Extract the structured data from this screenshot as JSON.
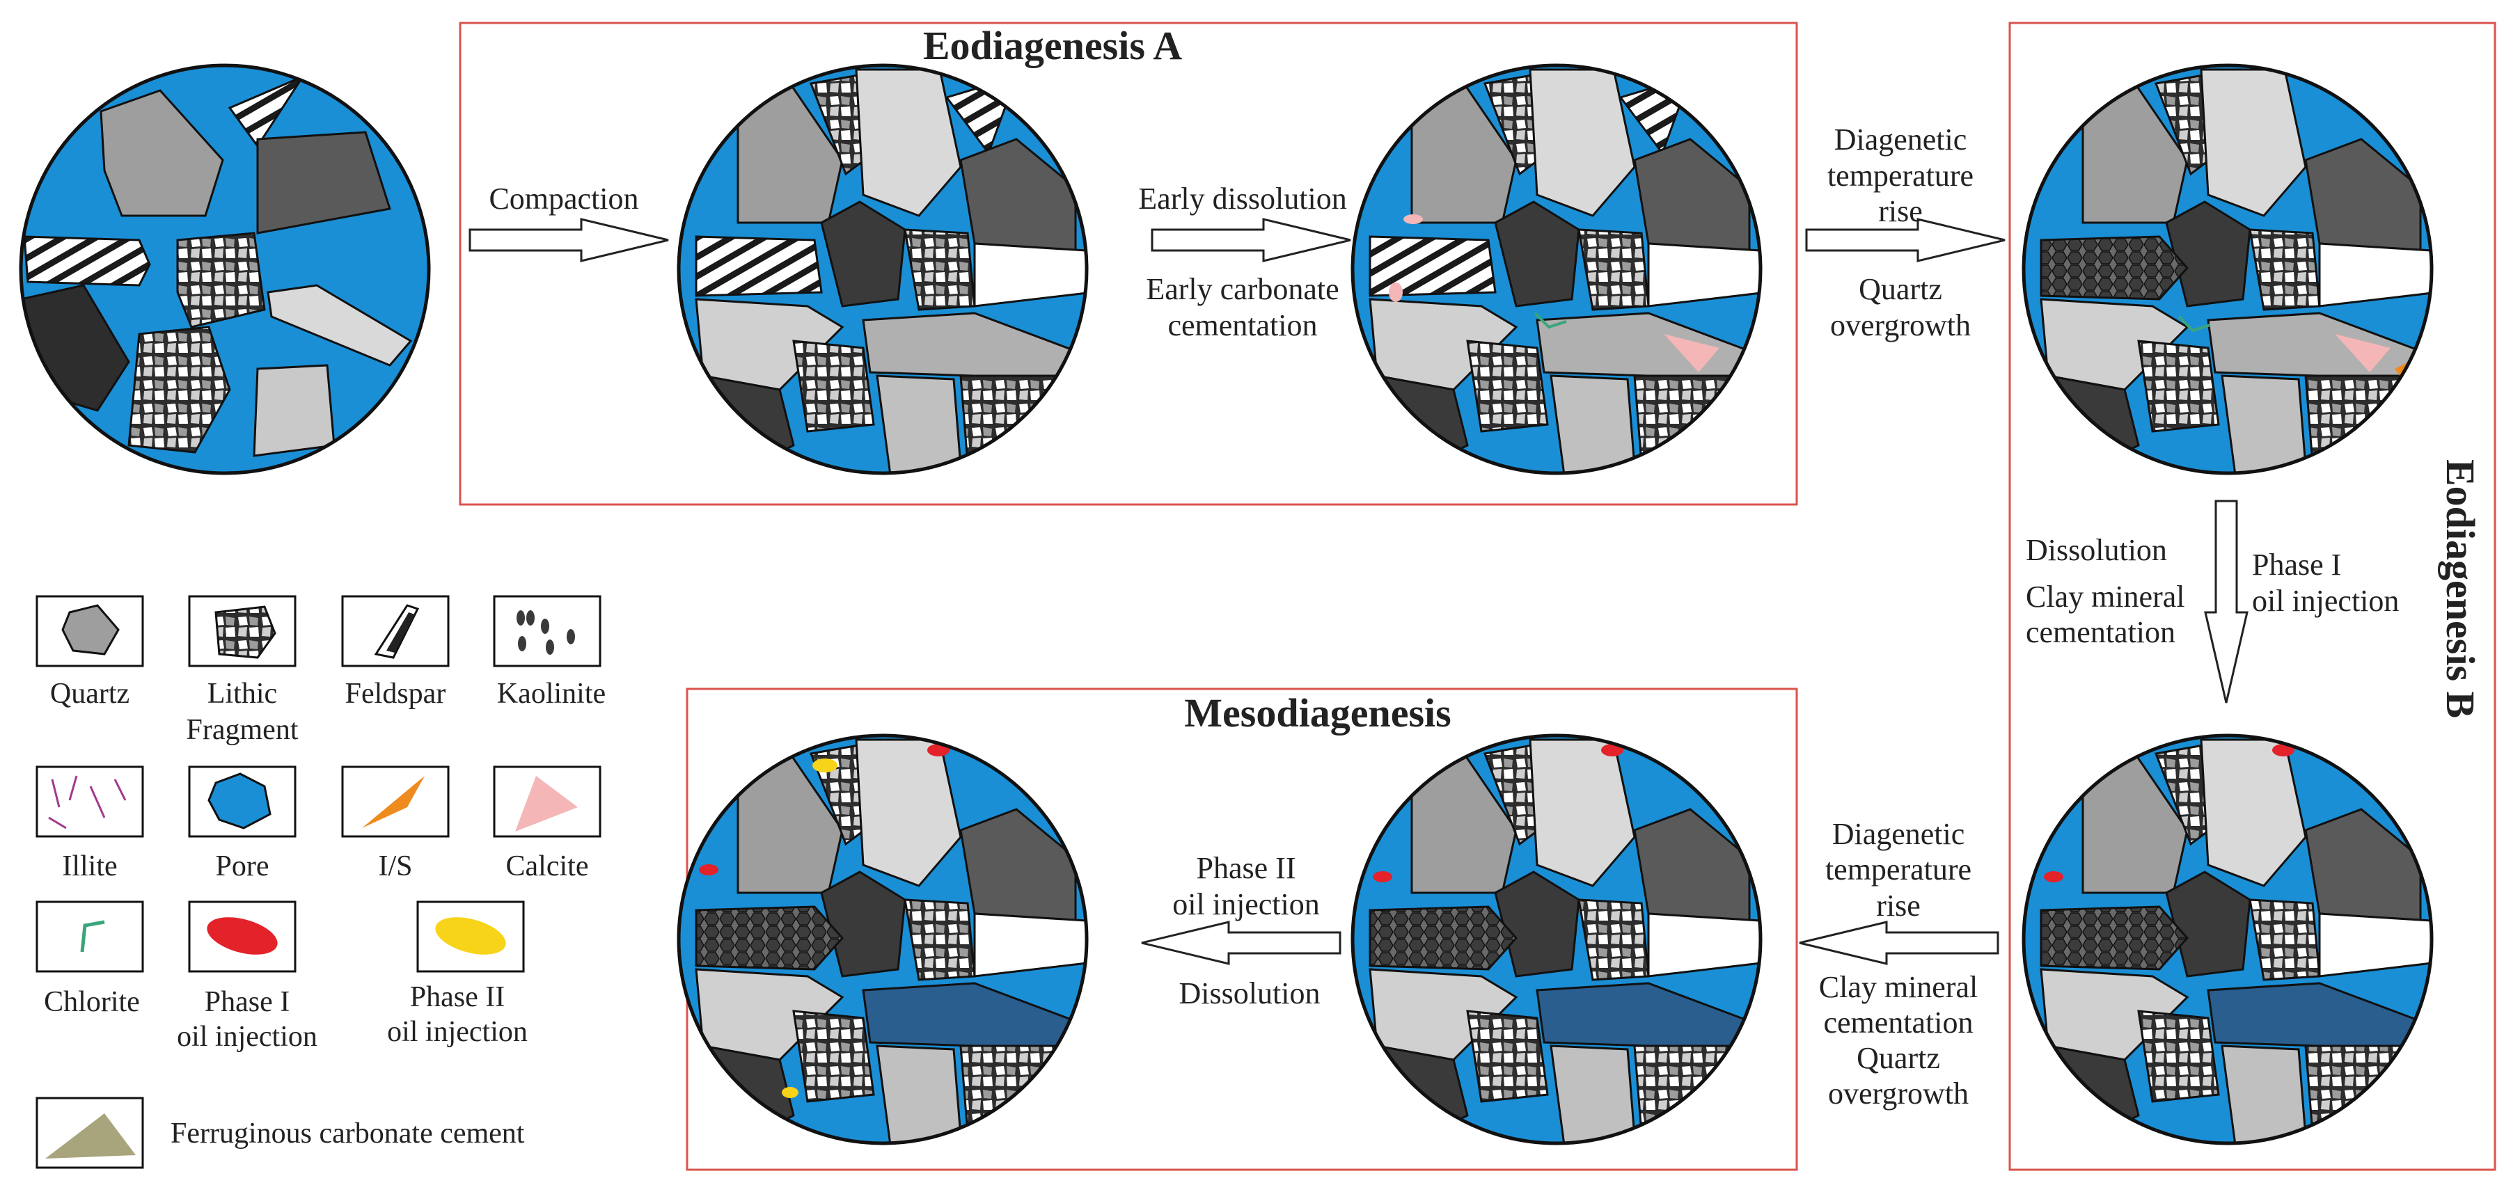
{
  "stages": {
    "eodiagenesis_a": "Eodiagenesis A",
    "eodiagenesis_b": "Eodiagenesis B",
    "mesodiagenesis": "Mesodiagenesis"
  },
  "processes": {
    "compaction": "Compaction",
    "early_dissolution": "Early dissolution",
    "early_carbonate_1": "Early carbonate",
    "early_carbonate_2": "cementation",
    "temp_rise_1a": "Diagenetic",
    "temp_rise_1b": "temperature",
    "temp_rise_1c": "rise",
    "quartz_overgrowth_1a": "Quartz",
    "quartz_overgrowth_1b": "overgrowth",
    "dissolution_b": "Dissolution",
    "clay_cementation_b1": "Clay mineral",
    "clay_cementation_b2": "cementation",
    "phase1_oil_1": "Phase I",
    "phase1_oil_2": "oil injection",
    "temp_rise_2a": "Diagenetic",
    "temp_rise_2b": "temperature",
    "temp_rise_2c": "rise",
    "clay_cementation_m1": "Clay mineral",
    "clay_cementation_m2": "cementation",
    "quartz_overgrowth_2a": "Quartz",
    "quartz_overgrowth_2b": "overgrowth",
    "phase2_oil_1": "Phase II",
    "phase2_oil_2": "oil injection",
    "dissolution_m": "Dissolution"
  },
  "legend": {
    "quartz": "Quartz",
    "lithic_1": "Lithic",
    "lithic_2": "Fragment",
    "feldspar": "Feldspar",
    "kaolinite": "Kaolinite",
    "illite": "Illite",
    "pore": "Pore",
    "is": "I/S",
    "calcite": "Calcite",
    "chlorite": "Chlorite",
    "phase1_1": "Phase I",
    "phase1_2": "oil injection",
    "phase2_1": "Phase II",
    "phase2_2": "oil injection",
    "ferruginous": "Ferruginous carbonate cement"
  },
  "colors": {
    "pore": "#1a8fd6",
    "quartz_light": "#d9d9d9",
    "quartz_mid": "#9e9e9e",
    "quartz_dark": "#5a5a5a",
    "lithic": "#3a3a3a",
    "calcite": "#f4b6b6",
    "is": "#ef8a1f",
    "chlorite": "#3aa57a",
    "phase1_oil": "#e3222a",
    "phase2_oil": "#f7d419",
    "ferruginous": "#a8a57c",
    "illite": "#a2398c",
    "stage_box": "#d9544d"
  }
}
